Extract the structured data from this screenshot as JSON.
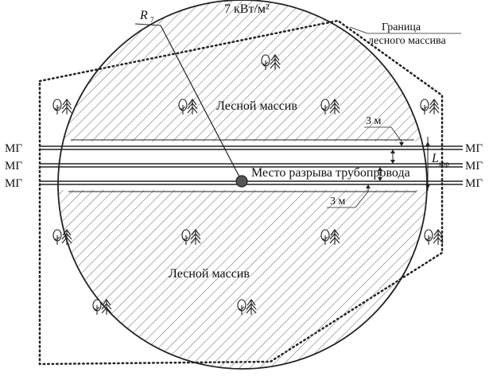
{
  "labels": {
    "isoline": "7 кВт/м²",
    "radius_main": "R",
    "radius_sub": "7",
    "boundary_line1": "Граница",
    "boundary_line2": "лесного массива",
    "forest_upper": "Лесной массив",
    "forest_lower": "Лесной массив",
    "rupture": "Место разрыва трубопровода",
    "gap_upper": "3 м",
    "gap_lower": "3 м",
    "corridor_main": "L",
    "corridor_sub": "кор",
    "pipeline": "МГ"
  },
  "colors": {
    "stroke": "#222222",
    "hatch": "#555555",
    "rupture_fill": "#555555",
    "background": "#ffffff"
  },
  "icons": {
    "tree": "tree-icon"
  }
}
